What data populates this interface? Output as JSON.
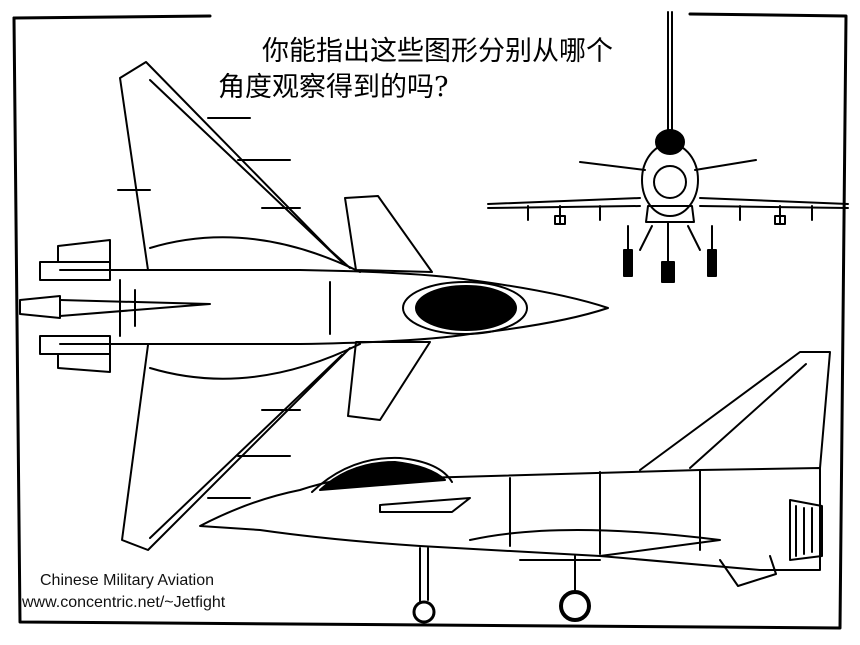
{
  "question": {
    "line1": "你能指出这些图形分别从哪个",
    "line2": "角度观察得到的吗?"
  },
  "credit": {
    "line1": "Chinese Military Aviation",
    "line2": "www.concentric.net/~Jetfight"
  },
  "views": [
    "top-view",
    "front-view",
    "side-view"
  ]
}
